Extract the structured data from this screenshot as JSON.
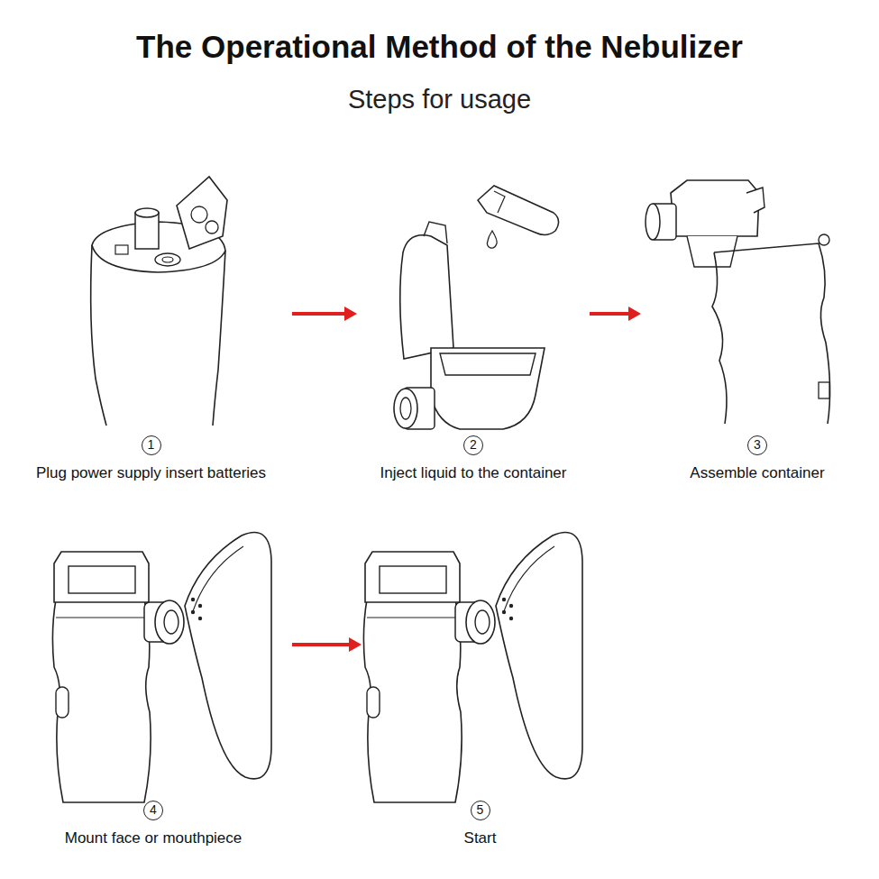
{
  "diagram": {
    "title": "The Operational Method of the Nebulizer",
    "nodes": [
      {
        "text": [
          "1",
          "Plug power supply insert batteries"
        ]
      },
      {
        "text": [
          "2",
          "Inject liquid to the container"
        ]
      },
      {
        "text": [
          "3",
          "Assemble container"
        ]
      },
      {
        "text": [
          "4",
          "Mount face or mouthpiece"
        ]
      },
      {
        "text": [
          "5",
          "Start"
        ]
      }
    ],
    "edges": [
      {
        "from": 0,
        "to": 1,
        "arrow": "to"
      },
      {
        "from": 1,
        "to": 2,
        "arrow": "to"
      },
      {
        "from": 3,
        "to": 4,
        "arrow": "to"
      }
    ],
    "labels": [
      "Steps for usage"
    ]
  }
}
